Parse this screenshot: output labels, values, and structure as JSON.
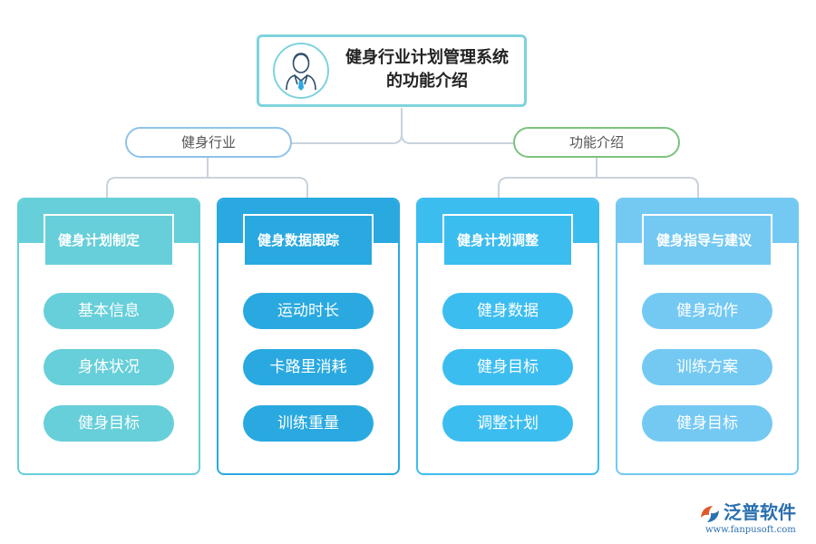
{
  "root": {
    "title_line1": "健身行业计划管理系统",
    "title_line2": "的功能介绍",
    "icon": "businessman-avatar-icon"
  },
  "categories": [
    {
      "label": "健身行业",
      "border_color": "#8fc3ea"
    },
    {
      "label": "功能介绍",
      "border_color": "#7cc37f"
    }
  ],
  "columns": [
    {
      "header": "健身计划制定",
      "color": "#66cfd9",
      "items": [
        "基本信息",
        "身体状况",
        "健身目标"
      ]
    },
    {
      "header": "健身数据跟踪",
      "color": "#29a9e0",
      "items": [
        "运动时长",
        "卡路里消耗",
        "训练重量"
      ]
    },
    {
      "header": "健身计划调整",
      "color": "#3cbdf0",
      "items": [
        "健身数据",
        "健身目标",
        "调整计划"
      ]
    },
    {
      "header": "健身指导与建议",
      "color": "#74c9f3",
      "items": [
        "健身动作",
        "训练方案",
        "健身目标"
      ]
    }
  ],
  "brand": {
    "name": "泛普软件",
    "url": "www.fanpusoft.com",
    "color": "#2a6fb0"
  },
  "connector_color": "#c9d3dc"
}
